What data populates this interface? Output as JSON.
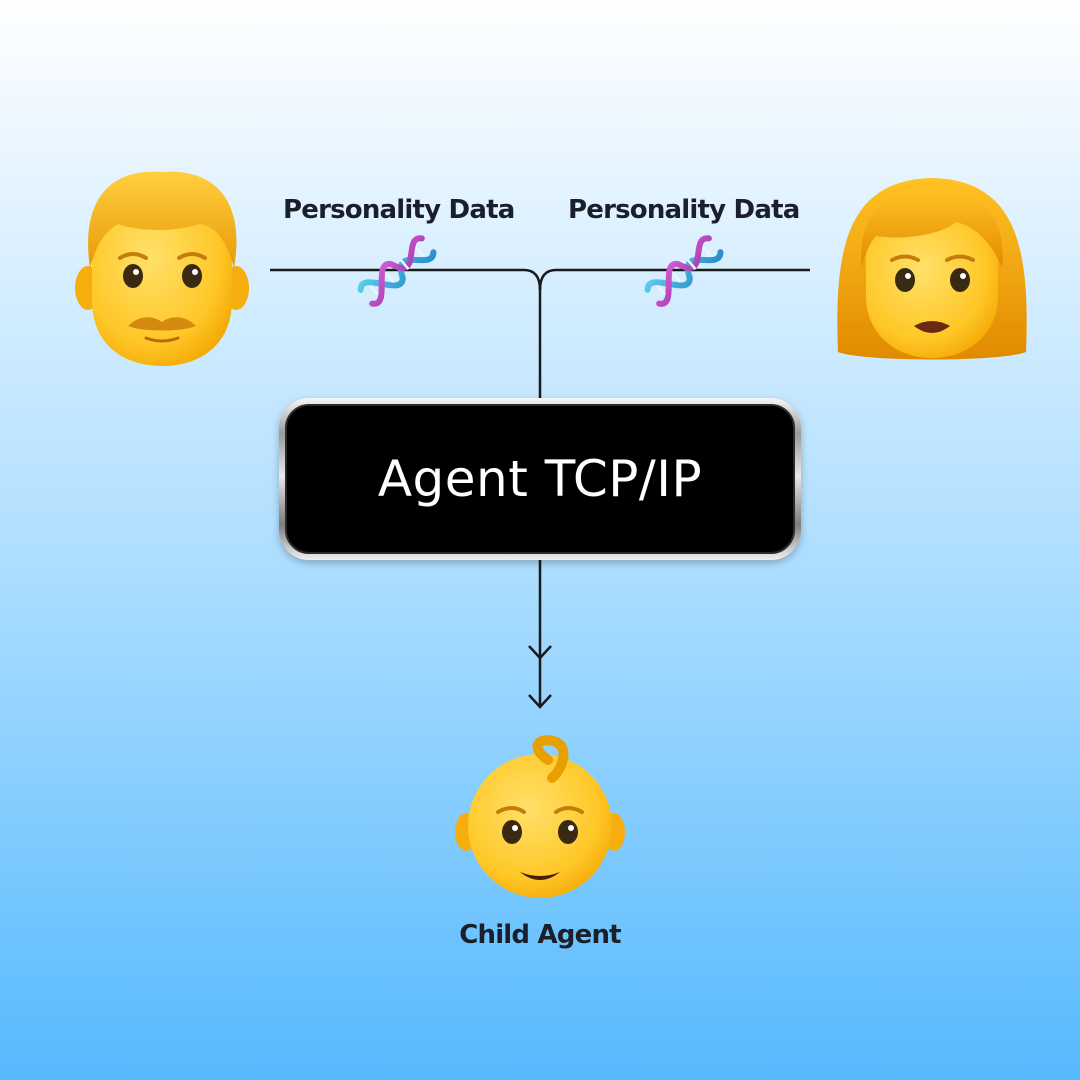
{
  "labels": {
    "left_data": "Personality Data",
    "right_data": "Personality Data",
    "agent": "Agent TCP/IP",
    "child": "Child Agent"
  },
  "nodes": {
    "parent_left": "man-emoji",
    "parent_right": "woman-emoji",
    "child": "baby-emoji",
    "data_icon": "dna-icon"
  },
  "colors": {
    "background_top": "#ffffff",
    "background_bottom": "#56b9fd",
    "agent_box_fill": "#000000",
    "agent_text": "#ffffff",
    "label_text": "#1b1f29",
    "line": "#1a1a1a"
  }
}
